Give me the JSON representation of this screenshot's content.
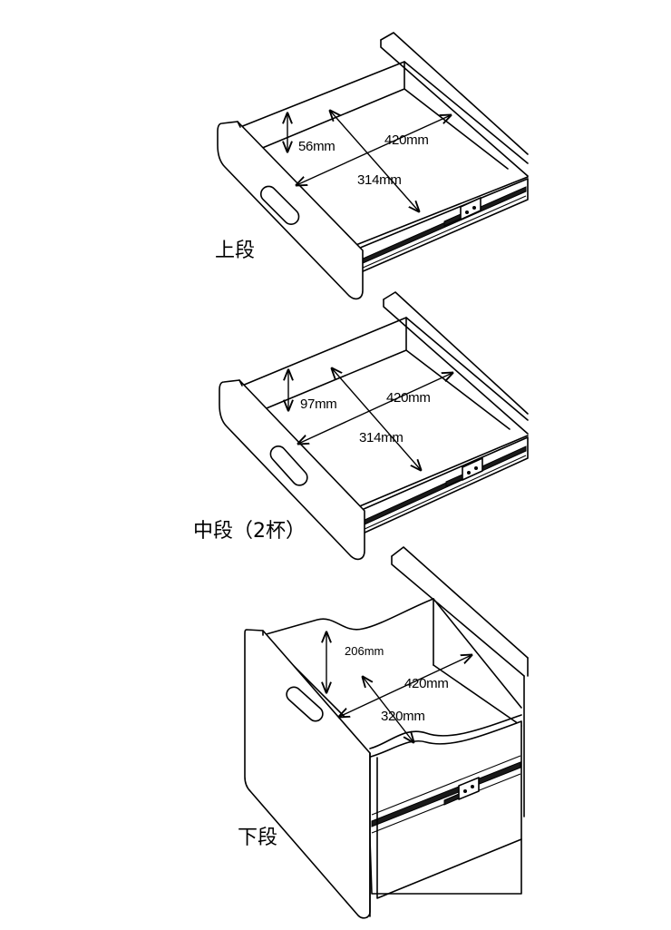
{
  "tiers": {
    "upper": {
      "label": "上段",
      "height": "56mm",
      "depth": "420mm",
      "width": "314mm"
    },
    "middle": {
      "label": "中段（2杯）",
      "height": "97mm",
      "depth": "420mm",
      "width": "314mm"
    },
    "lower": {
      "label": "下段",
      "height": "206mm",
      "depth": "420mm",
      "width": "320mm"
    }
  }
}
